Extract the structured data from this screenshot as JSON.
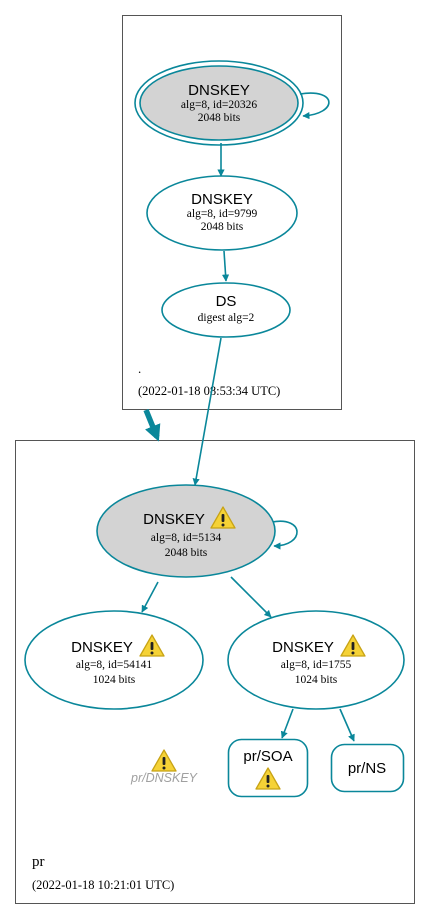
{
  "zones": {
    "root": {
      "name": ".",
      "timestamp": "(2022-01-18 08:53:34 UTC)"
    },
    "pr": {
      "name": "pr",
      "timestamp": "(2022-01-18 10:21:01 UTC)"
    }
  },
  "nodes": {
    "root_ksk": {
      "title": "DNSKEY",
      "line1": "alg=8, id=20326",
      "line2": "2048 bits"
    },
    "root_zsk": {
      "title": "DNSKEY",
      "line1": "alg=8, id=9799",
      "line2": "2048 bits"
    },
    "root_ds": {
      "title": "DS",
      "line1": "digest alg=2"
    },
    "pr_ksk": {
      "title": "DNSKEY",
      "line1": "alg=8, id=5134",
      "line2": "2048 bits"
    },
    "pr_zsk1": {
      "title": "DNSKEY",
      "line1": "alg=8, id=54141",
      "line2": "1024 bits"
    },
    "pr_zsk2": {
      "title": "DNSKEY",
      "line1": "alg=8, id=1755",
      "line2": "1024 bits"
    },
    "pr_soa": {
      "title": "pr/SOA"
    },
    "pr_ns": {
      "title": "pr/NS"
    },
    "pr_dnskey_warning": {
      "label": "pr/DNSKEY"
    }
  },
  "colors": {
    "edge": "#0a879a",
    "node_fill_ksk": "#d3d3d3",
    "node_fill": "#ffffff",
    "zone_border": "#555555",
    "warning_fill": "#f5d236",
    "warning_stroke": "#c8a315",
    "warning_label": "#a0a0a0"
  },
  "icons": {
    "warning": "warning-triangle-icon",
    "self_loop": "self-signature-loop"
  }
}
